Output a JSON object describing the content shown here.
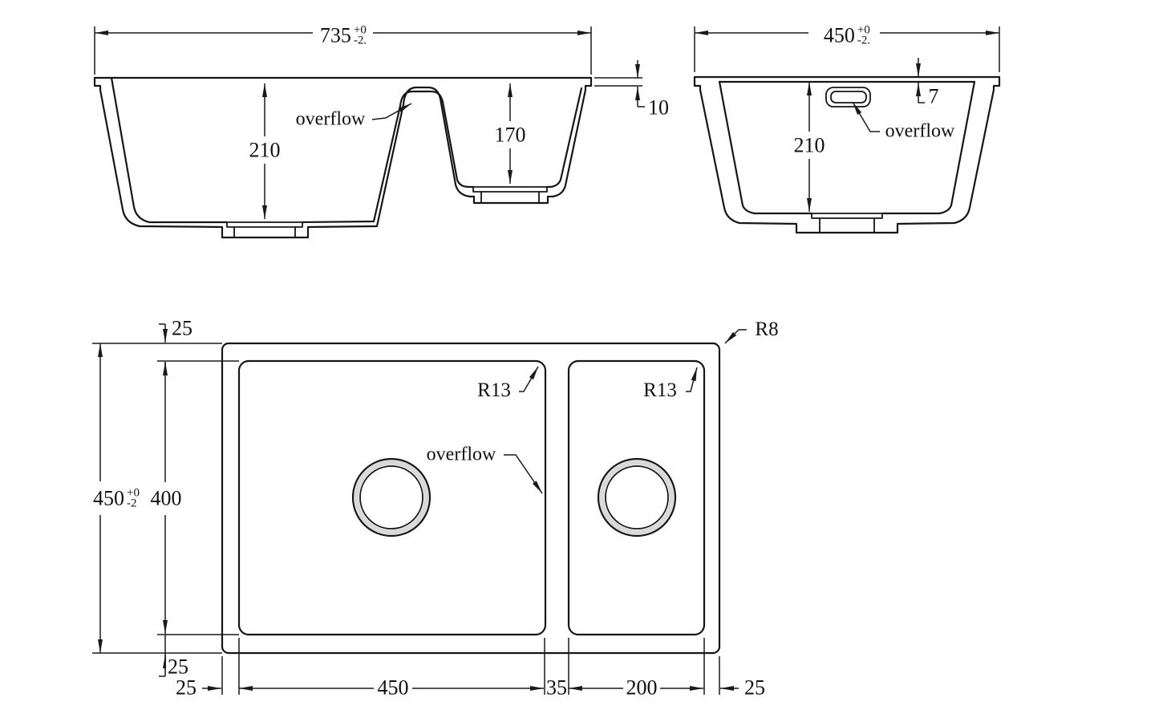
{
  "drawing": {
    "front_view": {
      "width": {
        "value": "735",
        "tol_plus": "+0",
        "tol_minus": "-2."
      },
      "depth_large_bowl": "210",
      "depth_small_bowl": "170",
      "rim_height": "10",
      "overflow_label": "overflow"
    },
    "side_view": {
      "width": {
        "value": "450",
        "tol_plus": "+0",
        "tol_minus": "-2."
      },
      "depth": "210",
      "top_thickness": "7",
      "overflow_label": "overflow"
    },
    "plan_view": {
      "height": {
        "value": "450",
        "tol_plus": "+0",
        "tol_minus": "-2"
      },
      "bowl_length_dim": "400",
      "edge_top": "25",
      "edge_bottom": "25",
      "edge_left": "25",
      "bowl1_width": "450",
      "divider_width": "35",
      "bowl2_width": "200",
      "edge_right": "25",
      "outer_corner_radius": "R8",
      "bowl1_corner_radius": "R13",
      "bowl2_corner_radius": "R13",
      "overflow_label": "overflow"
    },
    "line_color": "#161616"
  }
}
